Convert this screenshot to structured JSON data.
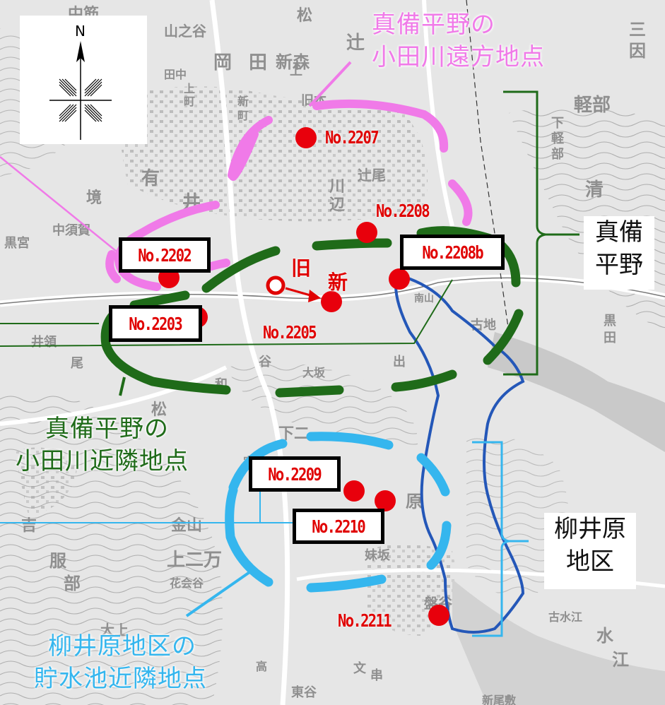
{
  "colors": {
    "far_zone": "#f07ae8",
    "near_zone": "#1f6b19",
    "reservoir_zone": "#35b6ee",
    "river": "#2457b8",
    "point": "#e8000c",
    "box_border": "#000000"
  },
  "compass": {
    "north_label": "N",
    "icon": "compass-rose-icon"
  },
  "callouts": {
    "far": [
      "真備平野の",
      "小田川遠方地点"
    ],
    "near": [
      "真備平野の",
      "小田川近隣地点"
    ],
    "reservoir": [
      "柳井原地区の",
      "貯水池近隣地点"
    ]
  },
  "side_labels": {
    "mabi": [
      "真備",
      "平野"
    ],
    "yanaihara": [
      "柳井原",
      "地区"
    ]
  },
  "relocation": {
    "old": "旧",
    "new": "新"
  },
  "points": [
    {
      "id": "No.2207",
      "boxed": false
    },
    {
      "id": "No.2208",
      "boxed": false
    },
    {
      "id": "No.2202",
      "boxed": true
    },
    {
      "id": "No.2208b",
      "boxed": true
    },
    {
      "id": "No.2203",
      "boxed": true
    },
    {
      "id": "No.2205",
      "boxed": false
    },
    {
      "id": "No.2209",
      "boxed": true
    },
    {
      "id": "No.2210",
      "boxed": true
    },
    {
      "id": "No.2211",
      "boxed": false
    }
  ],
  "map_text": {
    "t1": "中筋",
    "t2": "山之谷",
    "t3": "松",
    "t4": "辻",
    "t5": "三",
    "t6": "因",
    "t7": "岡",
    "t8": "田",
    "t9": "新森",
    "t10": "田中",
    "t11": "上",
    "t12": "町",
    "t13": "新",
    "t14": "町",
    "t15": "旧本",
    "t16": "軽部",
    "t17": "下",
    "t18": "軽",
    "t19": "部",
    "t20": "清",
    "t21": "有",
    "t22": "井",
    "t23": "境",
    "t24": "川",
    "t25": "辺",
    "t26": "辻尾",
    "t27": "上二万",
    "t28": "花会谷",
    "t29": "服",
    "t30": "部",
    "t31": "金山",
    "t32": "原",
    "t33": "妹坂",
    "t34": "盤谷",
    "t35": "古水江",
    "t36": "水",
    "t37": "江",
    "t38": "東谷",
    "t39": "新尾敷",
    "t40": "下二",
    "t41": "大上",
    "t42": "宮",
    "t43": "黒",
    "t44": "田",
    "t45": "南山",
    "t46": "古地",
    "t47": "大坂",
    "t48": "和",
    "t49": "松",
    "t50": "中須賀",
    "t51": "井領",
    "t52": "上",
    "t53": "黒宮",
    "t54": "吉",
    "t55": "尾",
    "t56": "文",
    "t57": "串",
    "t58": "高",
    "t59": "出",
    "t60": "谷"
  }
}
